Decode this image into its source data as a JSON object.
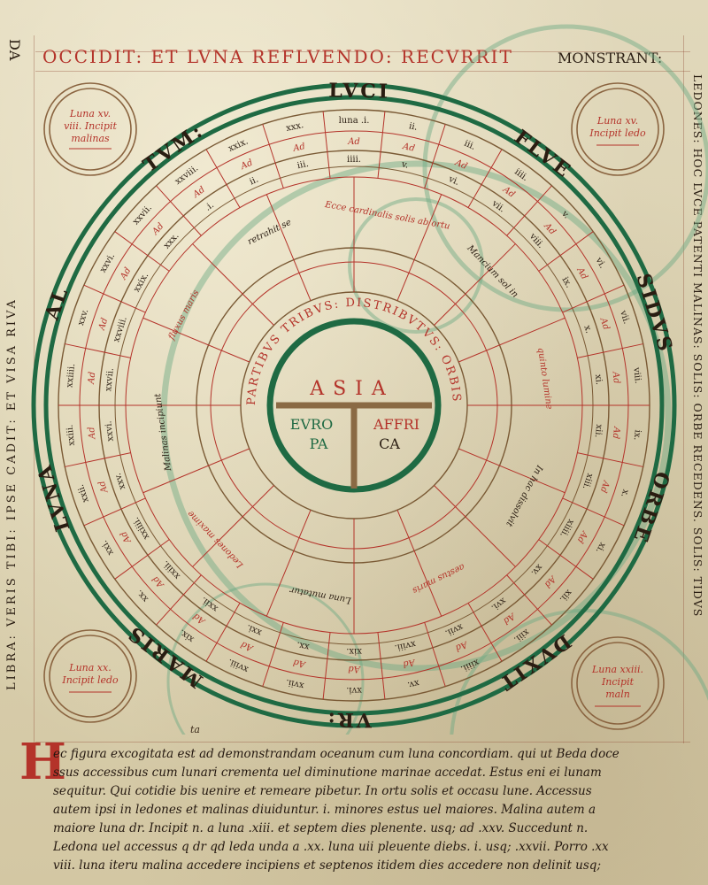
{
  "header": {
    "left_margin": "DA",
    "top_rubric": "OCCIDIT: ET LVNA REFLVENDO: RECVRRIT",
    "top_right": "MONSTRANT:",
    "right_vertical": "LEDONES: HOC LVCE PATENTI MALINAS: SOLIS: ORBE RECEDENS. SOLIS: TIDVS",
    "left_vertical": "LIBRA: VERIS TIBI: IPSE CADIT: ET VISA RIVA"
  },
  "corners": {
    "top_left": [
      "Luna xv.",
      "viii. Incipit",
      "malinas"
    ],
    "top_right": [
      "Luna xv.",
      "Incipit ledo"
    ],
    "bottom_left": [
      "Luna xx.",
      "Incipit ledo"
    ],
    "bottom_right": [
      "Luna xxiii.",
      "Incipit",
      "maln"
    ]
  },
  "wheel": {
    "outer_words": [
      "TVM:",
      "LVCI",
      "FLVE",
      "SIDVS",
      "ORBE",
      "DVXIT",
      "VR:",
      "MARIS",
      "LVNA",
      "AL"
    ],
    "moon_labels": [
      "luna .i.",
      "ii.",
      "iii.",
      "iiii.",
      "v.",
      "vi.",
      "vii.",
      "viii.",
      "ix.",
      "x.",
      "xi.",
      "xii.",
      "xiii.",
      "xiiii.",
      "xv.",
      "xvi.",
      "xvii.",
      "xviii.",
      "xix.",
      "xx.",
      "xxi.",
      "xxii.",
      "xxiii.",
      "xxiiii.",
      "xxv.",
      "xxvi.",
      "xxvii.",
      "xxviii.",
      "xxix.",
      "xxx."
    ],
    "marks_outer": [
      "Ad",
      "Ad",
      "Ad",
      "Ad",
      "Ad",
      "Ad",
      "Ad",
      "Ad"
    ],
    "inner_ring_text": "PARTIBVS TRIBVS: DISTRIBVTVS: ORBIS",
    "center": {
      "asia": "ASIA",
      "europa_top": "EVRO",
      "europa_bottom": "PA",
      "africa_top": "AFFRI",
      "africa_bottom": "CA"
    },
    "sector_notes": [
      "Ecce cardinalis solis ab ortu",
      "Mancium sol in",
      "quinto lumine",
      "In hac dissolvit",
      "aestus maris",
      "Luna mutatur",
      "Ledones maxime",
      "Malinas incipiunt",
      "fluxus maris",
      "retrahit se"
    ]
  },
  "body": {
    "initial": "H",
    "gloss": "ta",
    "lines": [
      "ec figura excogitata est ad demonstrandam oceanum cum luna concordiam. qui ut Beda doce",
      "ssus accessibus cum lunari crementa uel diminutione marinae accedat. Estus eni ei lunam",
      "sequitur. Qui cotidie bis uenire et remeare pibetur. In ortu solis et occasu lune. Accessus",
      "autem ipsi in ledones et malinas diuiduntur. i. minores estus uel maiores. Malina autem a",
      "maiore luna dr. Incipit n. a luna .xiii. et septem dies plenente. usq; ad .xxv. Succedunt n.",
      "Ledona uel accessus q dr qd leda unda a .xx. luna uii pleuente diebs. i. usq; .xxvii. Porro .xx",
      "viii. luna iteru malina accedere incipiens et septenos itidem dies accedere non delinit usq;"
    ]
  },
  "colors": {
    "parchment": "#ddd3b3",
    "rubric_red": "#b4332a",
    "ink_brown": "#2a1d12",
    "ring_green": "#1f6a43",
    "bleed_green": "#5f9f78",
    "ring_brown": "#7a5a35"
  }
}
